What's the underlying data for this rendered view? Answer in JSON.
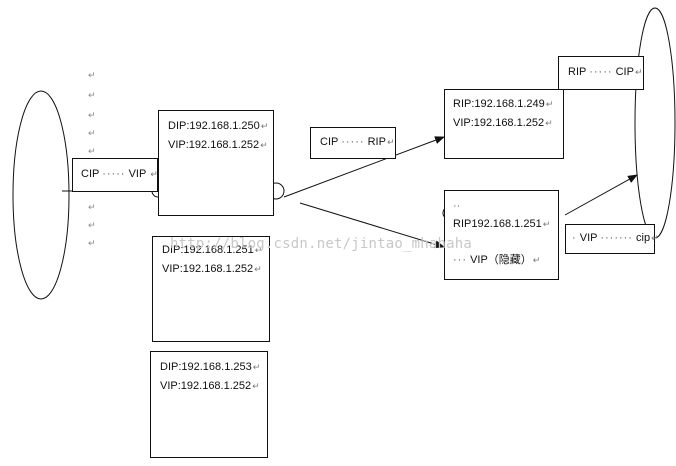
{
  "client_bubble": {
    "label_cip": "CIP",
    "label_vip": "VIP"
  },
  "director": {
    "dip": "DIP:192.168.1.250",
    "vip": "VIP:192.168.1.252"
  },
  "standby_directors": [
    {
      "dip": "DIP:192.168.1.251",
      "vip": "VIP:192.168.1.252"
    },
    {
      "dip": "DIP:192.168.1.253",
      "vip": "VIP:192.168.1.252"
    }
  ],
  "packet_director_to_rs": {
    "cip": "CIP",
    "rip": "RIP"
  },
  "real_server_1": {
    "rip": "RIP:192.168.1.249",
    "vip": "VIP:192.168.1.252"
  },
  "real_server_2": {
    "rip": "RIP192.168.1.251",
    "vip": "VIP（隐藏）"
  },
  "response_top": {
    "rip": "RIP",
    "cip": "CIP"
  },
  "response_bottom": {
    "vip": "VIP",
    "cip": "cip"
  },
  "return_mark": "↵",
  "watermark": "http://blog.csdn.net/jintao_mhahaha"
}
